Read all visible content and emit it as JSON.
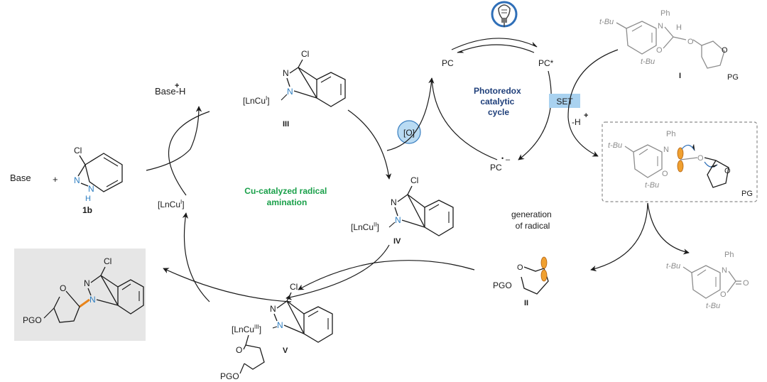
{
  "labels": {
    "base": "Base",
    "plus": "+",
    "base_h": "Base-H",
    "base_h_plus": "+",
    "cmpd_1b": "1b",
    "cl": "Cl",
    "n": "N",
    "nh": "H",
    "cu_cycle_title": [
      "Cu-catalyzed radical",
      "amination"
    ],
    "photo_cycle_title": [
      "Photoredox",
      "catalytic",
      "cycle"
    ],
    "ln_cu": "[LnCu",
    "sup_i": "I",
    "sup_ii": "II",
    "sup_iii": "III",
    "bracket_close": "]",
    "roman_iii": "III",
    "roman_iv": "IV",
    "roman_v": "V",
    "roman_ii": "II",
    "roman_i": "I",
    "oxidant": "[O]",
    "pc": "PC",
    "pc_star": "PC*",
    "pc_minus": "PC",
    "minus": "–",
    "dot": "•",
    "set": "SET",
    "minus_h": "-H",
    "minus_h_plus": "+",
    "generation": [
      "generation",
      "of radical"
    ],
    "tbu": "t-Bu",
    "ph": "Ph",
    "h": "H",
    "o": "O",
    "pg": "PG",
    "pgo": "PGO"
  },
  "colors": {
    "black": "#1a1a1a",
    "grey": "#8c8c8c",
    "green": "#1aa04a",
    "blue_n": "#2f7fc1",
    "navy": "#1f3f7a",
    "orange": "#f0a030",
    "orange_bond": "#e8841a",
    "set_box": "#a9d2f0",
    "oxidant_fill": "#b9dbf3",
    "oxidant_stroke": "#3a7fc0",
    "product_box": "#e6e6e6"
  },
  "icons": [
    "light-bulb-icon"
  ]
}
